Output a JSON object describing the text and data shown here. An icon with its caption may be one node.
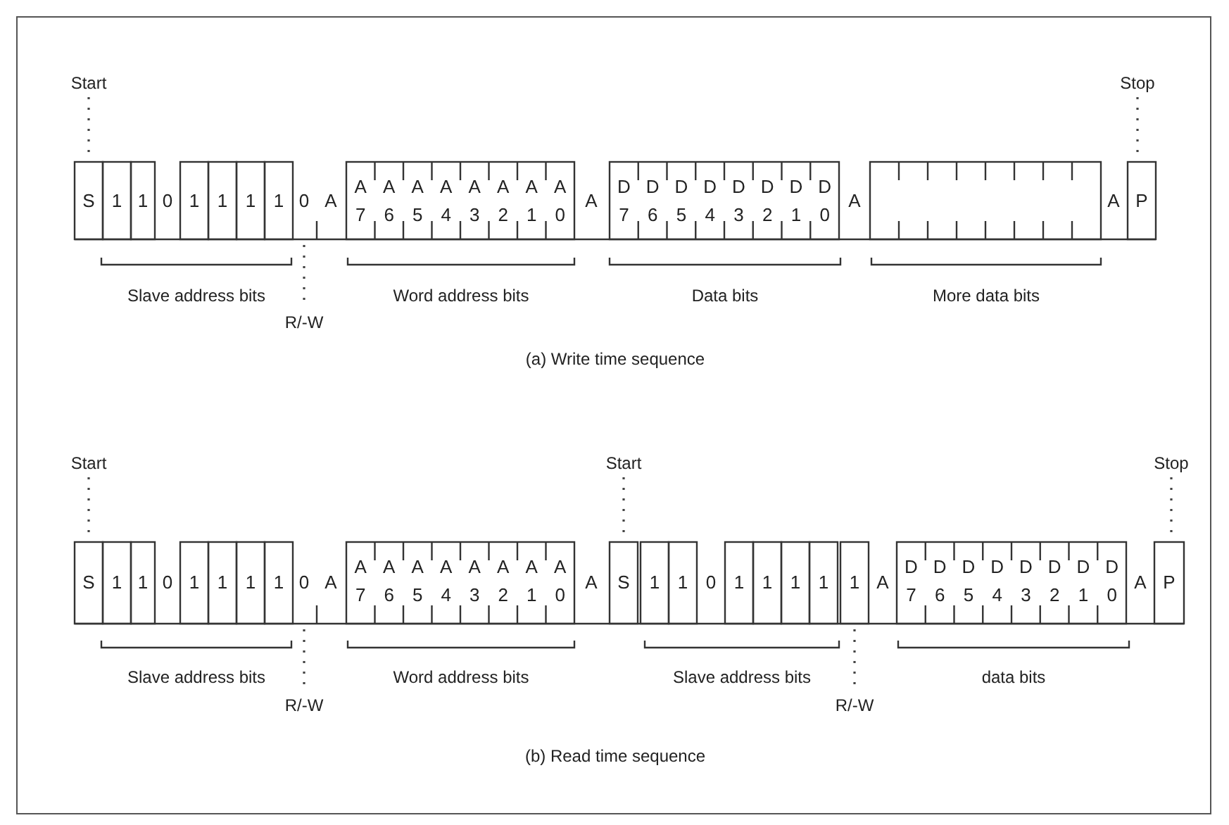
{
  "diagram": {
    "labels": [
      "Start",
      "Stop",
      "S",
      "1",
      "1",
      "0",
      "1",
      "1",
      "1",
      "1",
      "0",
      "A",
      "A 7",
      "A 6",
      "A 5",
      "A 4",
      "A 3",
      "A 2",
      "A 1",
      "A 0",
      "A",
      "D 7",
      "D 6",
      "D 5",
      "D 4",
      "D 3",
      "D 2",
      "D 1",
      "D 0",
      "A",
      "A",
      "P",
      "Slave address bits",
      "Word address bits",
      "Data bits",
      "More data bits",
      "R/-W",
      "(a) Write time sequence",
      "Start",
      "Start",
      "Stop",
      "S",
      "1",
      "1",
      "0",
      "1",
      "1",
      "1",
      "1",
      "0",
      "A",
      "A 7",
      "A 6",
      "A 5",
      "A 4",
      "A 3",
      "A 2",
      "A 1",
      "A 0",
      "A",
      "S",
      "1",
      "1",
      "0",
      "1",
      "1",
      "1",
      "1",
      "1",
      "A",
      "D 7",
      "D 6",
      "D 5",
      "D 4",
      "D 3",
      "D 2",
      "D 1",
      "D 0",
      "A",
      "P",
      "Slave address bits",
      "Word address bits",
      "Slave address bits",
      "data bits",
      "R/-W",
      "R/-W",
      "(b) Read time sequence"
    ]
  }
}
